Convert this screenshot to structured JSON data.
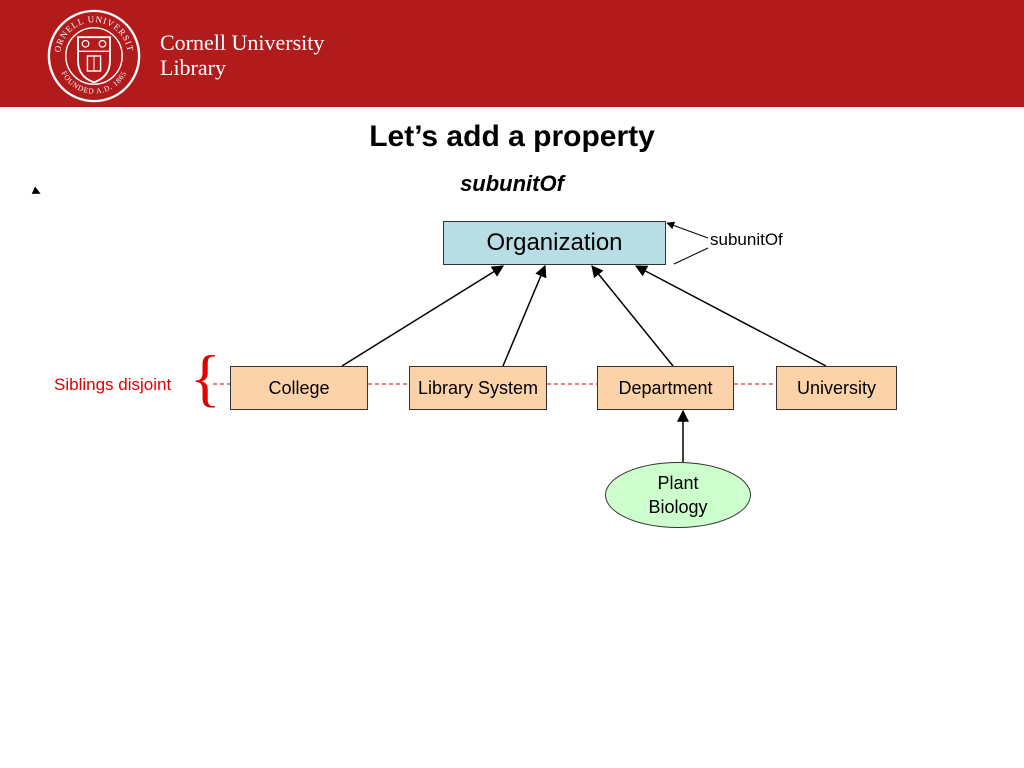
{
  "header": {
    "org_line1": "Cornell University",
    "org_line2": "Library",
    "logo_icon": "cornell-seal-icon",
    "seal_text_top": "CORNELL UNIVERSITY",
    "seal_text_bottom": "FOUNDED A.D. 1865",
    "background_color": "#b21b1c"
  },
  "slide": {
    "title": "Let’s add a property",
    "subtitle": "subunitOf"
  },
  "diagram": {
    "root": "Organization",
    "children": [
      "College",
      "Library System",
      "Department",
      "University"
    ],
    "instance_line1": "Plant",
    "instance_line2": "Biology",
    "edge_label": "subunitOf",
    "siblings_label": "Siblings disjoint",
    "colors": {
      "root_fill": "#b8dde4",
      "child_fill": "#fcd3a9",
      "instance_fill": "#ccffcc",
      "disjoint_color": "#e00000"
    }
  }
}
